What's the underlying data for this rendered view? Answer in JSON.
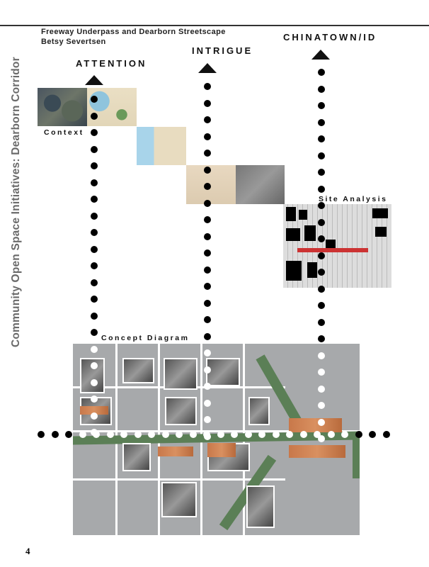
{
  "side_title": "Community Open Space Initiatives: Dearborn Corridor",
  "header": {
    "line1": "Freeway Underpass and Dearborn Streetscape",
    "line2": "Betsy Severtsen"
  },
  "columns": {
    "attention": "ATTENTION",
    "intrigue": "INTRIGUE",
    "chinatown": "CHINATOWN/ID"
  },
  "captions": {
    "context": "Context",
    "site_analysis": "Site Analysis",
    "concept_diagram": "Concept Diagram"
  },
  "page_number": "4",
  "colors": {
    "green": "#5b7f56",
    "orange": "#c8784a",
    "gray": "#a7a9ab"
  }
}
